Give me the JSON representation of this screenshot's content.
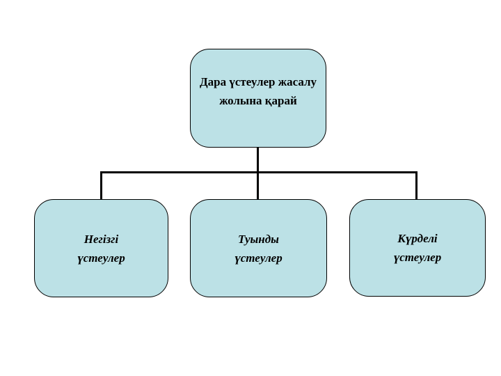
{
  "diagram": {
    "title": "Дара үстеулер жасалу жолына қарай",
    "root": {
      "id": "root",
      "label": "Дара үстеулер жасалу\nжолына қарай"
    },
    "children": [
      {
        "id": "child-1",
        "label": "Негізгі\nүстеулер"
      },
      {
        "id": "child-2",
        "label": "Туынды\nүстеулер"
      },
      {
        "id": "child-3",
        "label": "Күрделі\nүстеулер"
      }
    ]
  },
  "colors": {
    "background": "#ffffff",
    "box_fill": "#bce1e6",
    "box_border": "#000000",
    "connector": "#000000",
    "text": "#000000"
  }
}
